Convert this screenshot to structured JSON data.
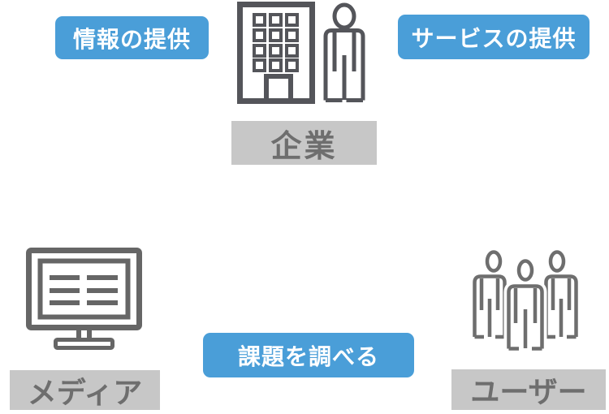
{
  "colors": {
    "page-bg": "#FFFFFF",
    "badge-bg": "#4A9ED8",
    "badge-text": "#FFFFFF",
    "label-bg": "#C7C7C7",
    "label-text": "#6E6E6E",
    "icon-building": "#54555A",
    "icon-monitor": "#666666",
    "icon-users": "#6E6E6E"
  },
  "diagram": {
    "badges": {
      "info": {
        "label": "情報の提供"
      },
      "service": {
        "label": "サービスの提供"
      },
      "research": {
        "label": "課題を調べる"
      }
    },
    "nodes": {
      "company": {
        "label": "企業",
        "icons": [
          "building-icon",
          "person-icon"
        ]
      },
      "media": {
        "label": "メディア",
        "icon": "monitor-icon"
      },
      "users": {
        "label": "ユーザー",
        "icon": "users-group-icon"
      }
    }
  }
}
